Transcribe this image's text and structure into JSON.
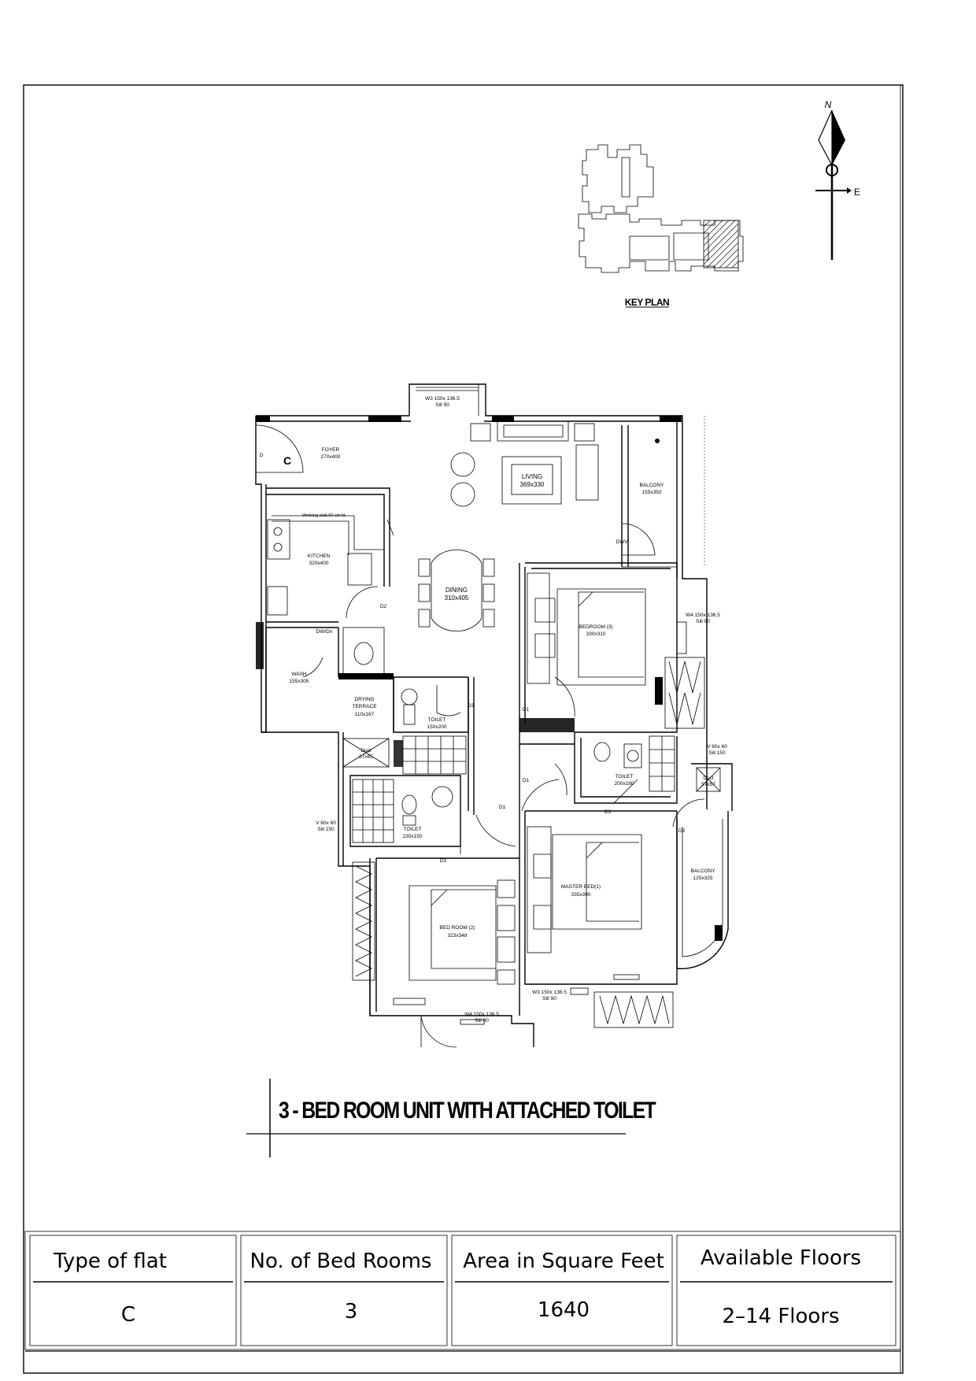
{
  "key_plan": {
    "label": "KEY PLAN"
  },
  "compass": {
    "north_label": "N",
    "east_label": "E"
  },
  "title": "3 - BED ROOM UNIT WITH ATTACHED TOILET",
  "rooms": [
    {
      "id": "foyer",
      "name": "FOYER",
      "size": "270x400"
    },
    {
      "id": "living",
      "name": "LIVING",
      "size": "369x330"
    },
    {
      "id": "balcony-top",
      "name": "BALCONY",
      "size": "155x350"
    },
    {
      "id": "kitchen",
      "name": "KITCHEN",
      "size": "320x400"
    },
    {
      "id": "dining",
      "name": "DINING",
      "size": "310x405"
    },
    {
      "id": "bedroom3",
      "name": "BEDROOM (3)",
      "size": "330x310"
    },
    {
      "id": "wash",
      "name": "WASH",
      "size": "155x305"
    },
    {
      "id": "drying",
      "name": "DRYING TERRACE",
      "size": "110x167"
    },
    {
      "id": "toilet-a",
      "name": "TOILET",
      "size": "150x200"
    },
    {
      "id": "toilet-b",
      "name": "TOILET",
      "size": "200x180"
    },
    {
      "id": "toilet-c",
      "name": "TOILET",
      "size": "230x150"
    },
    {
      "id": "master",
      "name": "MASTER BED(1)",
      "size": "335x390"
    },
    {
      "id": "bedroom2",
      "name": "BED ROOM (2)",
      "size": "323x348"
    },
    {
      "id": "balcony-right",
      "name": "BALCONY",
      "size": "125x325"
    }
  ],
  "annotations": {
    "working_slab": "Working slab 60 cm ht.",
    "w_top": "W3 150x 136.5",
    "w_top_sill": "Sill 90",
    "w_right": "W4 150x 136.5",
    "w_right_sill": "Sill 90",
    "w_bottom_mid": "W3 150x 136.5",
    "w_bottom_mid_sill": "Sill 90",
    "w_bottom_left": "W4 150x 136.5",
    "w_bottom_left_sill": "Sill 90",
    "v_left": "V 60x 60",
    "v_left_sill": "Sill 150",
    "v_right": "V 60x 60",
    "v_right_sill": "Sill 150",
    "duct_left": "Duct",
    "duct_left_size": "87x65",
    "duct_right": "Duct",
    "duct_right_size": "57x57",
    "d_c": "C",
    "d_d": "D",
    "dw1": "DWV",
    "dw2": "DW/Dn",
    "d2": "D2",
    "d1a": "D1",
    "d1b": "D1",
    "d1c": "D1",
    "d3a": "D3",
    "d3b": "D3",
    "d3c": "D3",
    "d3d": "D3"
  },
  "table": {
    "headers": [
      "Type of flat",
      "No. of Bed Rooms",
      "Area in Square Feet",
      "Available Floors"
    ],
    "values": [
      "C",
      "3",
      "1640",
      "2–14 Floors"
    ]
  }
}
